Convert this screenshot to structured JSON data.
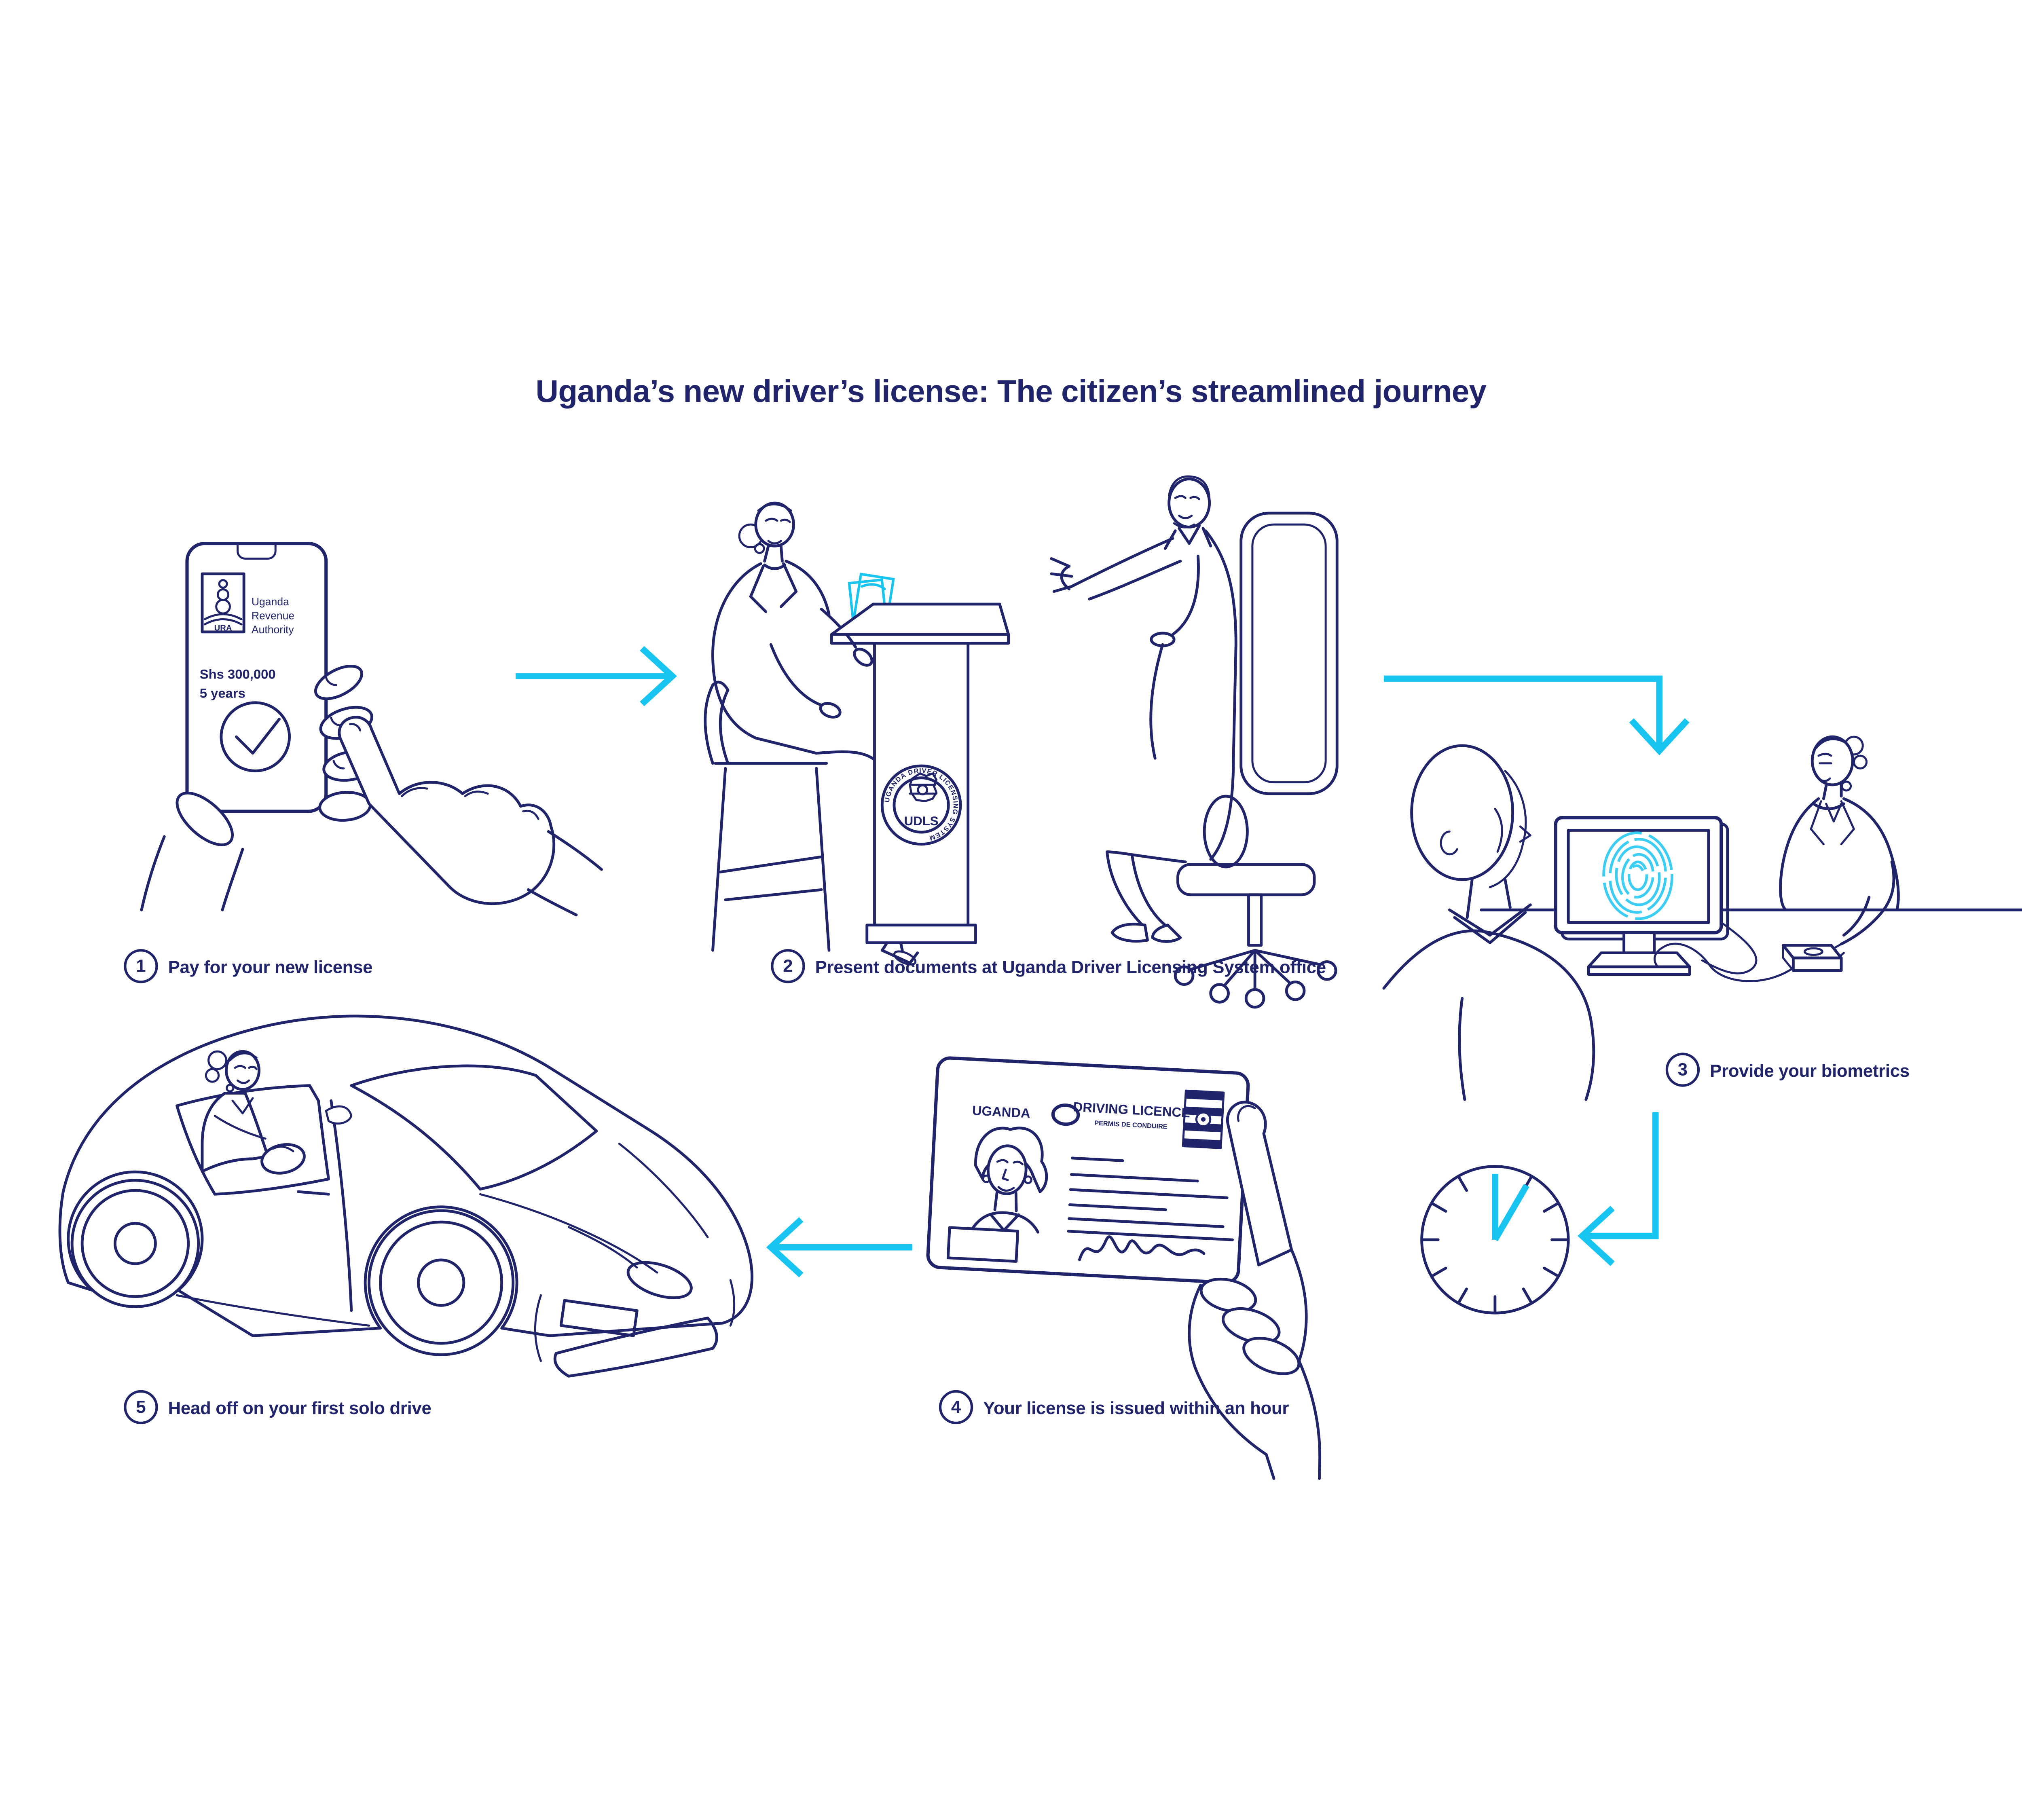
{
  "title": "Uganda’s new driver’s license: The citizen’s streamlined journey",
  "colors": {
    "navy": "#20246a",
    "cyan": "#18c5f1",
    "fingerprint": "#3bcdf3",
    "background": "#ffffff"
  },
  "steps": [
    {
      "number": "1",
      "label": "Pay for your new license"
    },
    {
      "number": "2",
      "label": "Present documents at Uganda Driver Licensing System office"
    },
    {
      "number": "3",
      "label": "Provide your biometrics"
    },
    {
      "number": "4",
      "label": "Your license is issued within an hour"
    },
    {
      "number": "5",
      "label": "Head off on your first solo drive"
    }
  ],
  "phone": {
    "logo_acronym": "URA",
    "org_name_lines": [
      "Uganda",
      "Revenue",
      "Authority"
    ],
    "amount": "Shs 300,000",
    "validity": "5 years"
  },
  "udls_seal": {
    "ring_text": "UGANDA DRIVER LICENSING SYSTEM",
    "acronym": "UDLS"
  },
  "license_card": {
    "country": "UGANDA",
    "heading": "DRIVING LICENCE",
    "subheading": "PERMIS DE CONDUIRE"
  },
  "clock": {
    "time_shown": "12:05"
  },
  "arrows": [
    "right",
    "right-then-down",
    "down-then-left",
    "left"
  ]
}
